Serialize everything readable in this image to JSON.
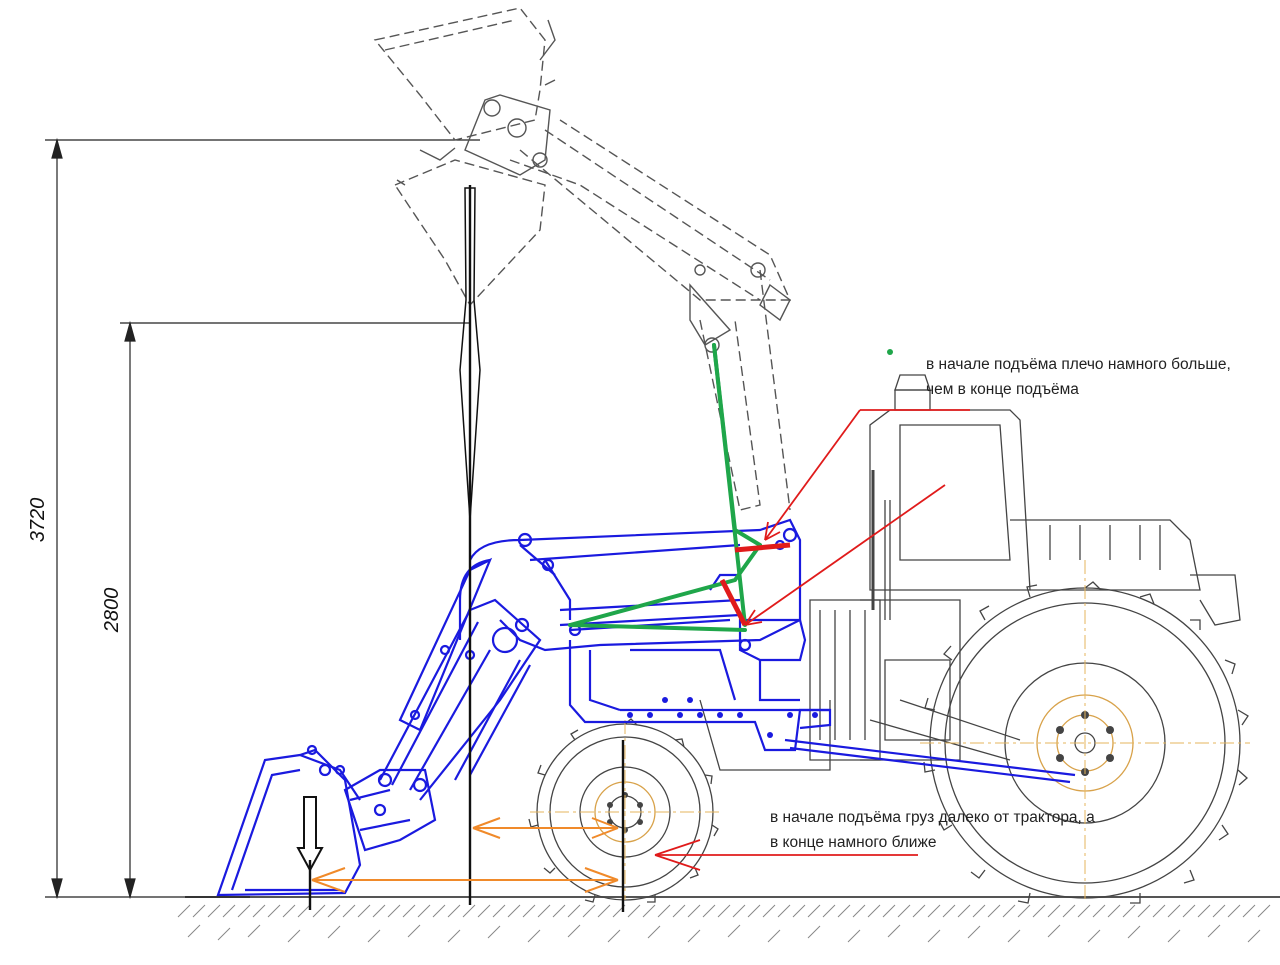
{
  "dimensions": {
    "total_height": "3720",
    "pin_height": "2800"
  },
  "annotations": {
    "lever_note": "в начале подъёма плечо намного больше, чем в конце подъёма",
    "load_note": "в начале подъёма груз далеко от трактора, а в конце намного ближе"
  },
  "colors": {
    "loader": "#1a1adf",
    "dashed_raised": "#555555",
    "tractor": "#444444",
    "lever_arm": "#1fa64a",
    "arrow_red": "#e01b1b",
    "distance_arrow": "#f08a2a",
    "centerline": "#e6b65c",
    "ground": "#555555"
  },
  "icons": {
    "load_arrow": "down-arrow-icon"
  }
}
